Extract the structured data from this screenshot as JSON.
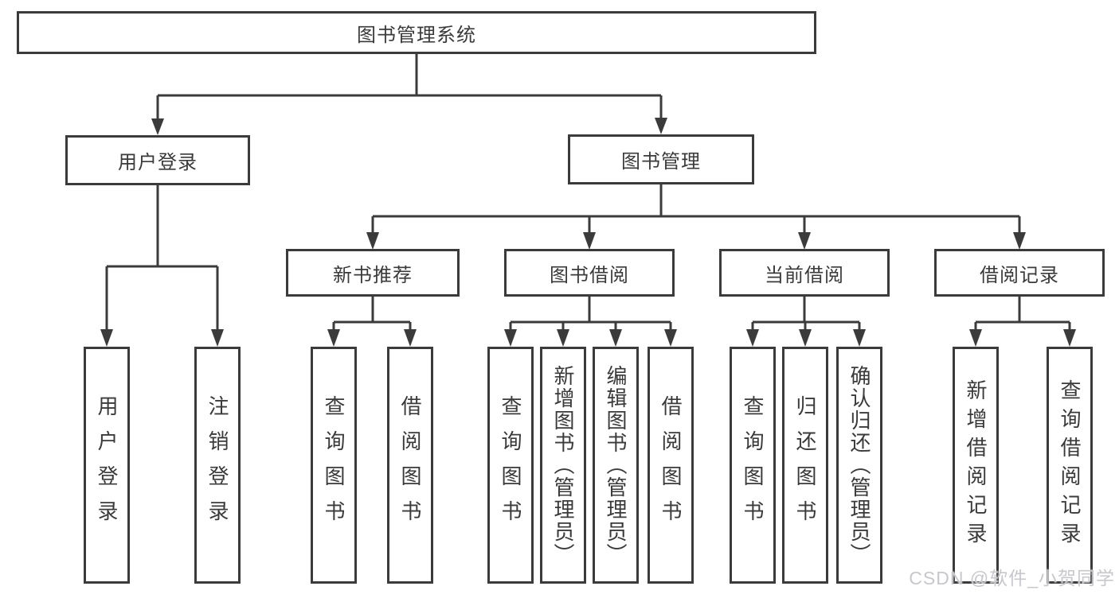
{
  "diagram_title": "图书管理系统",
  "tree": {
    "label": "图书管理系统",
    "children": [
      {
        "label": "用户登录",
        "children": [
          {
            "label": "用户登录"
          },
          {
            "label": "注销登录"
          }
        ]
      },
      {
        "label": "图书管理",
        "children": [
          {
            "label": "新书推荐",
            "children": [
              {
                "label": "查询图书"
              },
              {
                "label": "借阅图书"
              }
            ]
          },
          {
            "label": "图书借阅",
            "children": [
              {
                "label": "查询图书"
              },
              {
                "label": "新增图书（管理员）"
              },
              {
                "label": "编辑图书（管理员）"
              },
              {
                "label": "借阅图书"
              }
            ]
          },
          {
            "label": "当前借阅",
            "children": [
              {
                "label": "查询图书"
              },
              {
                "label": "归还图书"
              },
              {
                "label": "确认归还（管理员）"
              }
            ]
          },
          {
            "label": "借阅记录",
            "children": [
              {
                "label": "新增借阅记录"
              },
              {
                "label": "查询借阅记录"
              }
            ]
          }
        ]
      }
    ]
  },
  "watermark": {
    "text": "CSDN @软件_小贺同学",
    "color": "#c7c7cc"
  },
  "colors": {
    "line": "#3b3b3b",
    "border": "#3b3b3b",
    "text": "#3a3a3a",
    "background": "#ffffff"
  }
}
